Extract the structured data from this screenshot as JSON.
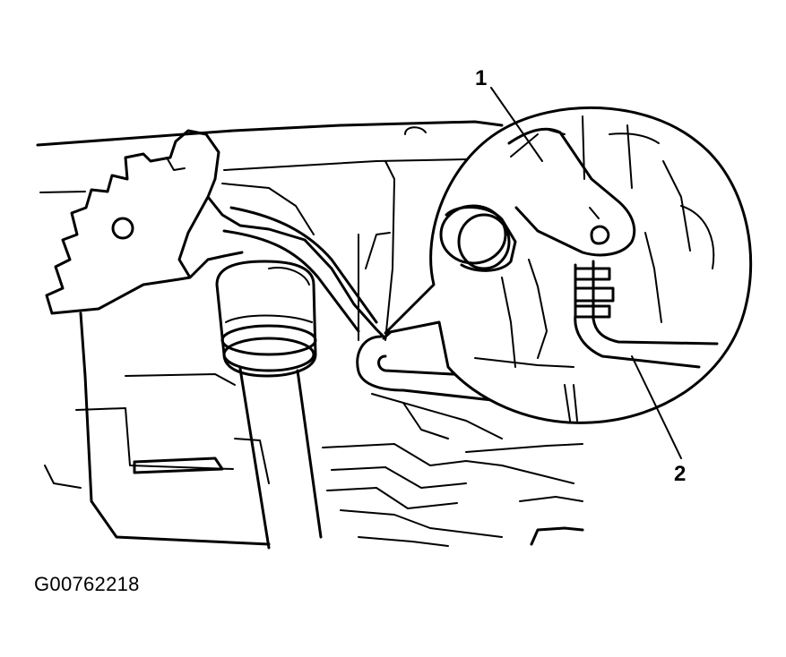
{
  "figure": {
    "id_code": "G00762218",
    "callouts": [
      {
        "label": "1"
      },
      {
        "label": "2"
      }
    ]
  },
  "colors": {
    "ink": "#000000",
    "background": "#ffffff"
  }
}
